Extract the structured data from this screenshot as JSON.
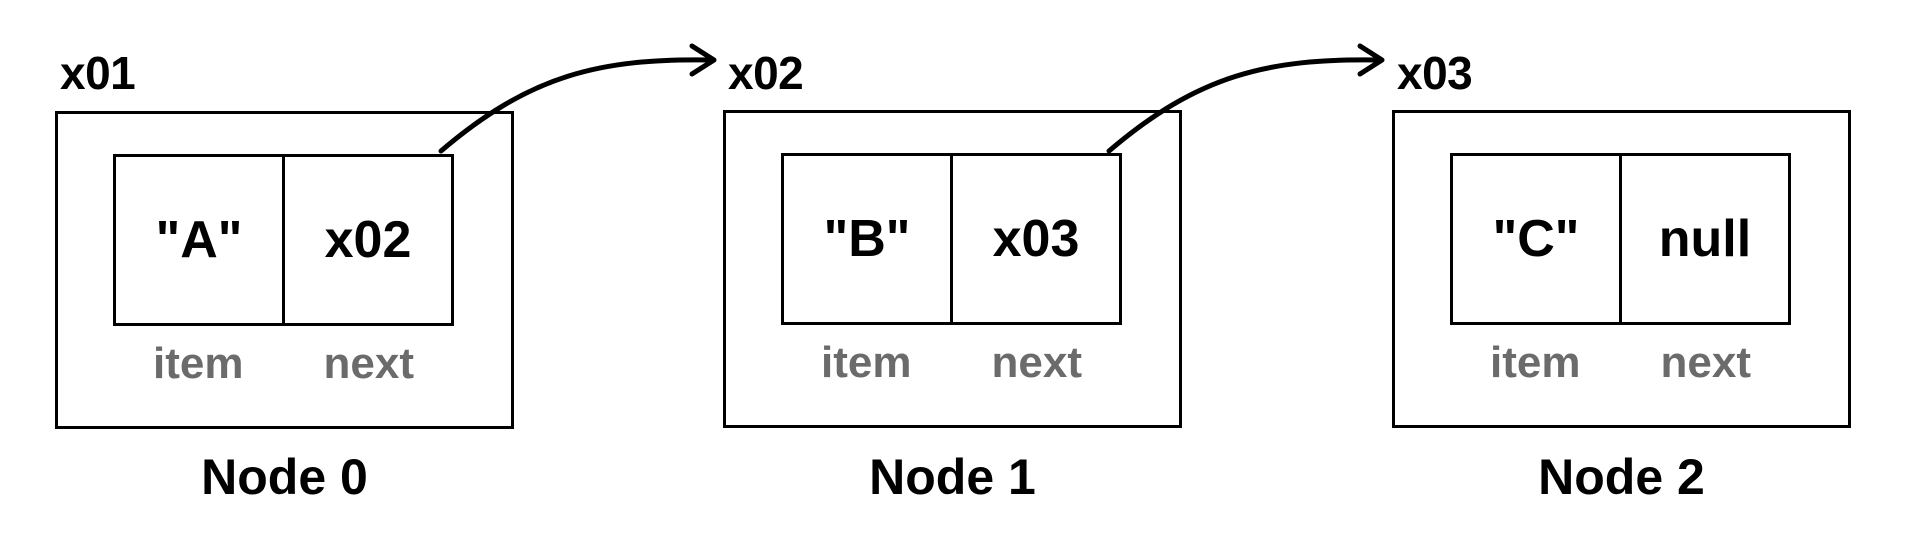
{
  "nodes": [
    {
      "address": "x01",
      "item": "\"A\"",
      "next": "x02",
      "name": "Node 0"
    },
    {
      "address": "x02",
      "item": "\"B\"",
      "next": "x03",
      "name": "Node 1"
    },
    {
      "address": "x03",
      "item": "\"C\"",
      "next": "null",
      "name": "Node 2"
    }
  ],
  "field_labels": {
    "item": "item",
    "next": "next"
  },
  "colors": {
    "stroke": "#000000",
    "field_label": "#6b6b6b",
    "background": "#ffffff"
  }
}
